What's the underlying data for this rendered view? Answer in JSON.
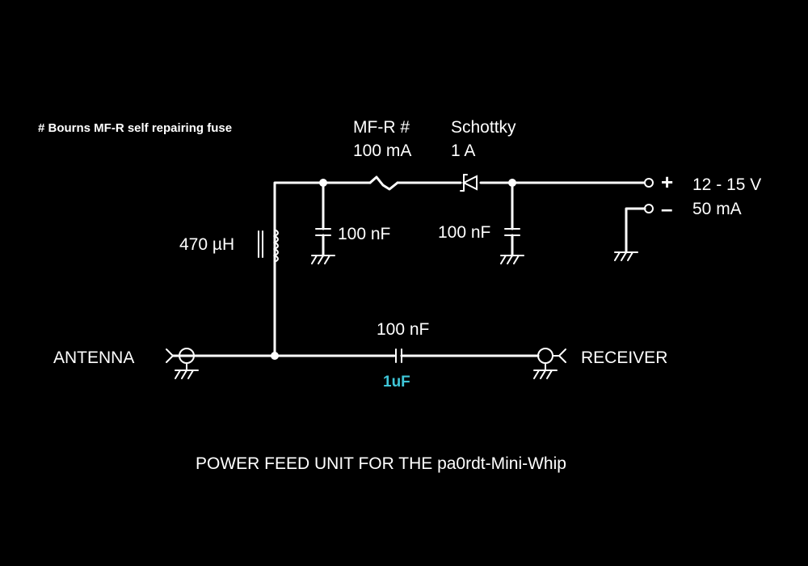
{
  "note": "# Bourns MF-R self repairing fuse",
  "fuse": {
    "name": "MF-R #",
    "rating": "100 mA"
  },
  "diode": {
    "name": "Schottky",
    "rating": "1 A"
  },
  "inductor": {
    "value": "470 µH"
  },
  "cap_left": {
    "value": "100 nF"
  },
  "cap_right": {
    "value": "100 nF"
  },
  "cap_series": {
    "value": "100 nF",
    "alt_value": "1uF"
  },
  "supply": {
    "plus": "+",
    "minus": "–",
    "voltage": "12 - 15 V",
    "current": "50 mA"
  },
  "antenna_label": "ANTENNA",
  "receiver_label": "RECEIVER",
  "title": "POWER FEED UNIT FOR THE pa0rdt-Mini-Whip",
  "colors": {
    "background": "#000000",
    "lines": "#ffffff",
    "alt_value": "#3fc6d8"
  }
}
